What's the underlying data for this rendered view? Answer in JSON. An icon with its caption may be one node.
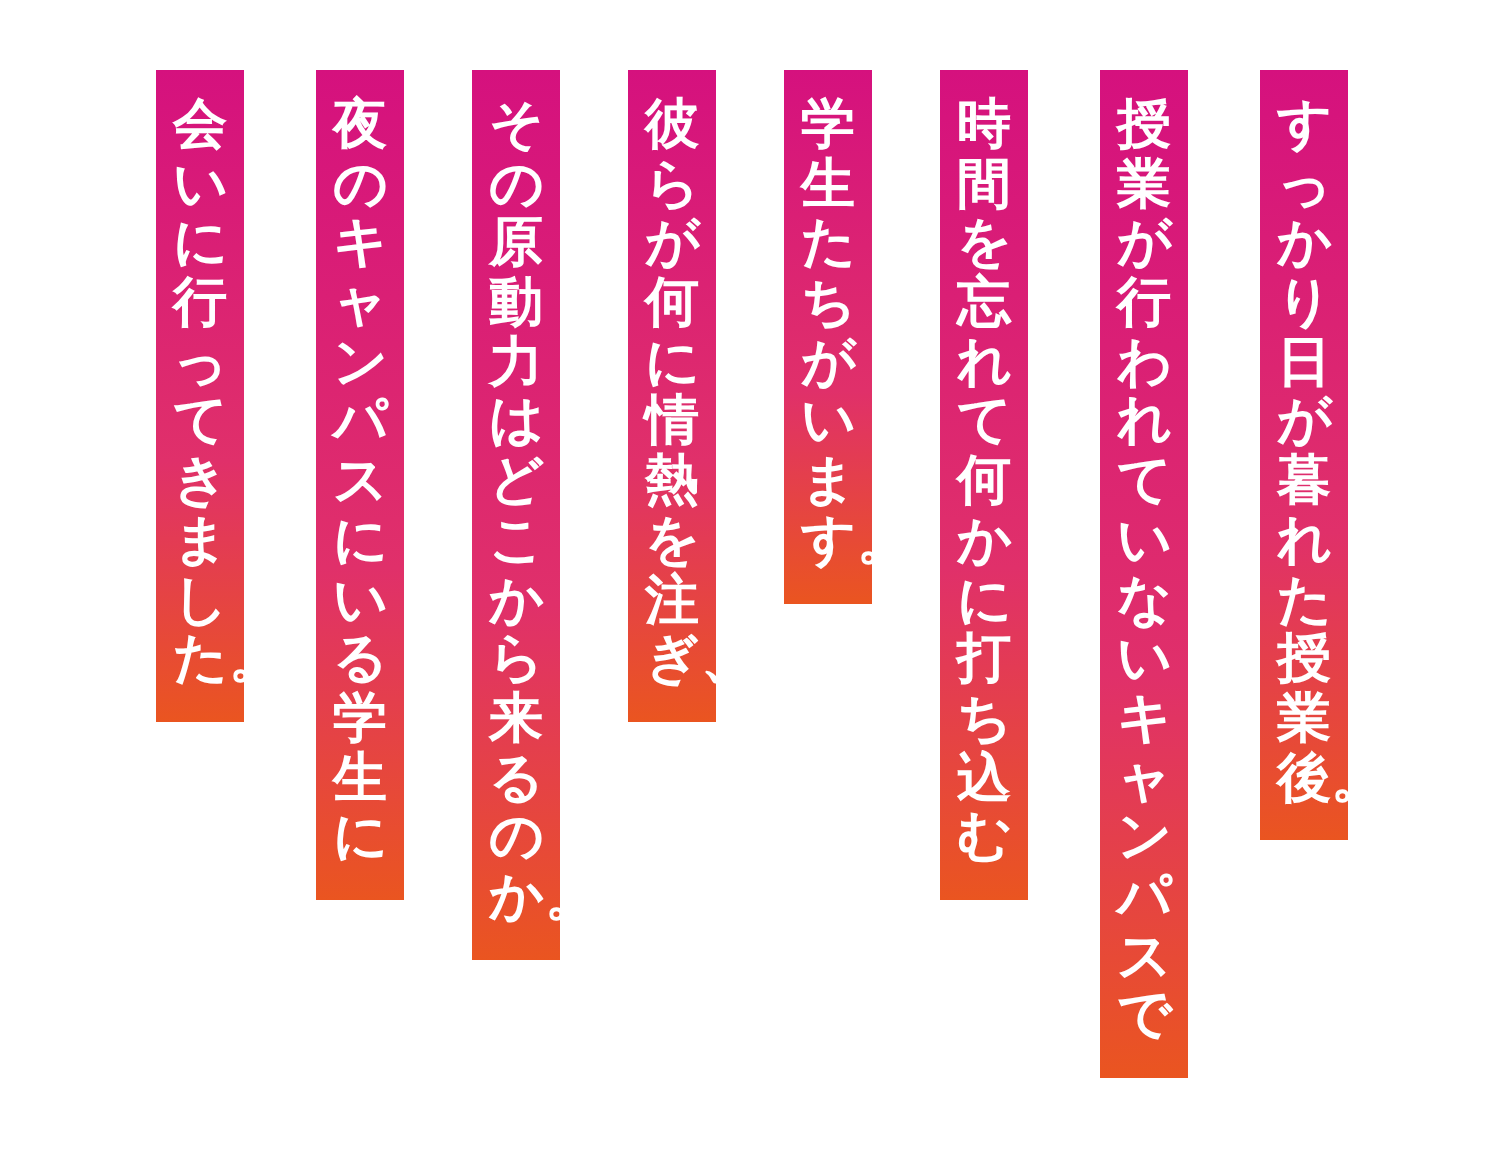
{
  "diagram": {
    "nodes": [
      {
        "text": [
          "すっかり日が暮れた授業後。"
        ]
      },
      {
        "text": [
          "授業が行われていないキャンパスで"
        ]
      },
      {
        "text": [
          "時間を忘れて何かに打ち込む"
        ]
      },
      {
        "text": [
          "学生たちがいます。"
        ]
      },
      {
        "text": [
          "彼らが何に情熱を注ぎ、"
        ]
      },
      {
        "text": [
          "その原動力はどこから来るのか。"
        ]
      },
      {
        "text": [
          "夜のキャンパスにいる学生に"
        ]
      },
      {
        "text": [
          "会いに行ってきました。"
        ]
      }
    ]
  }
}
